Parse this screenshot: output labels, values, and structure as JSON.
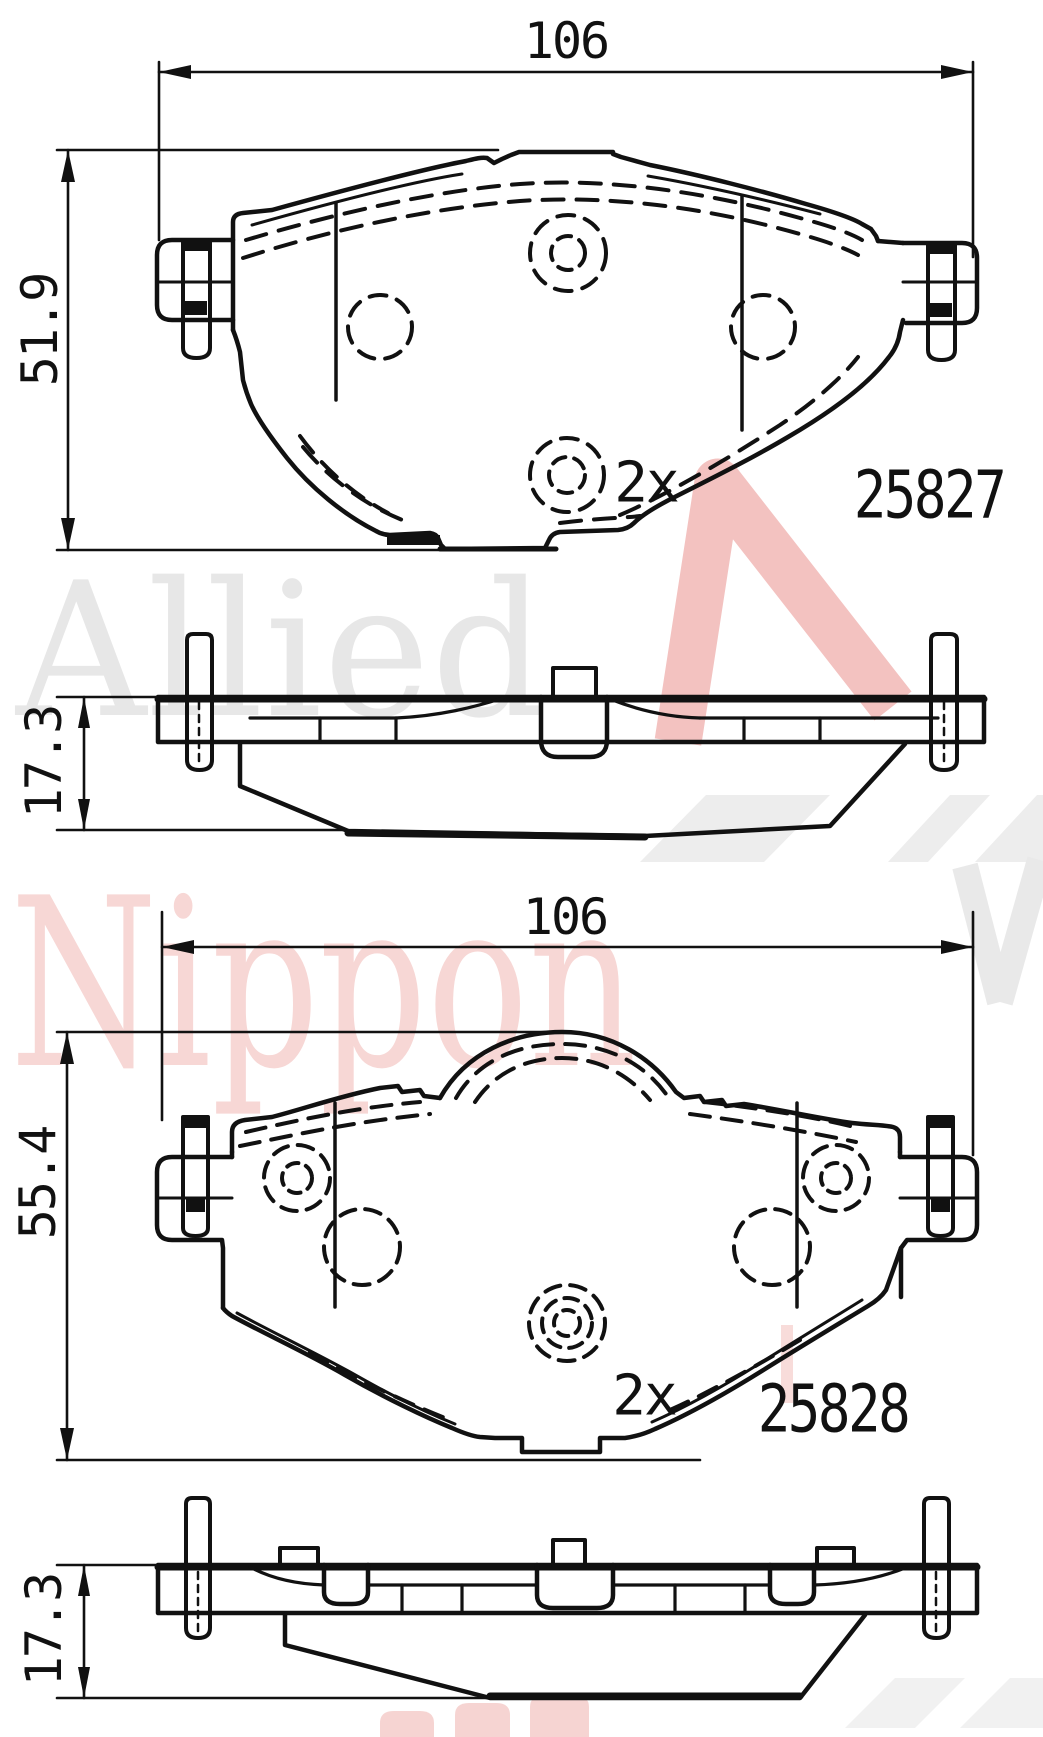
{
  "page": {
    "type": "technical-drawing",
    "background": "#ffffff",
    "line_color": "#111111"
  },
  "watermark": {
    "word1": "Allied",
    "word2": "Nippon",
    "word1_color": "#e7e7e7",
    "word2_color": "#f7d7d5",
    "logo_color": "#f3c2c0",
    "slash_color": "#ededed"
  },
  "drawings": [
    {
      "id": "pad-front-25827",
      "view": "front",
      "width_label": "106",
      "height_label": "51.9",
      "quantity_label": "2x",
      "part_number": "25827"
    },
    {
      "id": "pad-side-25827",
      "view": "side",
      "thickness_label": "17.3"
    },
    {
      "id": "pad-front-25828",
      "view": "front",
      "width_label": "106",
      "height_label": "55.4",
      "quantity_label": "2x",
      "part_number": "25828"
    },
    {
      "id": "pad-side-25828",
      "view": "side",
      "thickness_label": "17.3"
    }
  ]
}
